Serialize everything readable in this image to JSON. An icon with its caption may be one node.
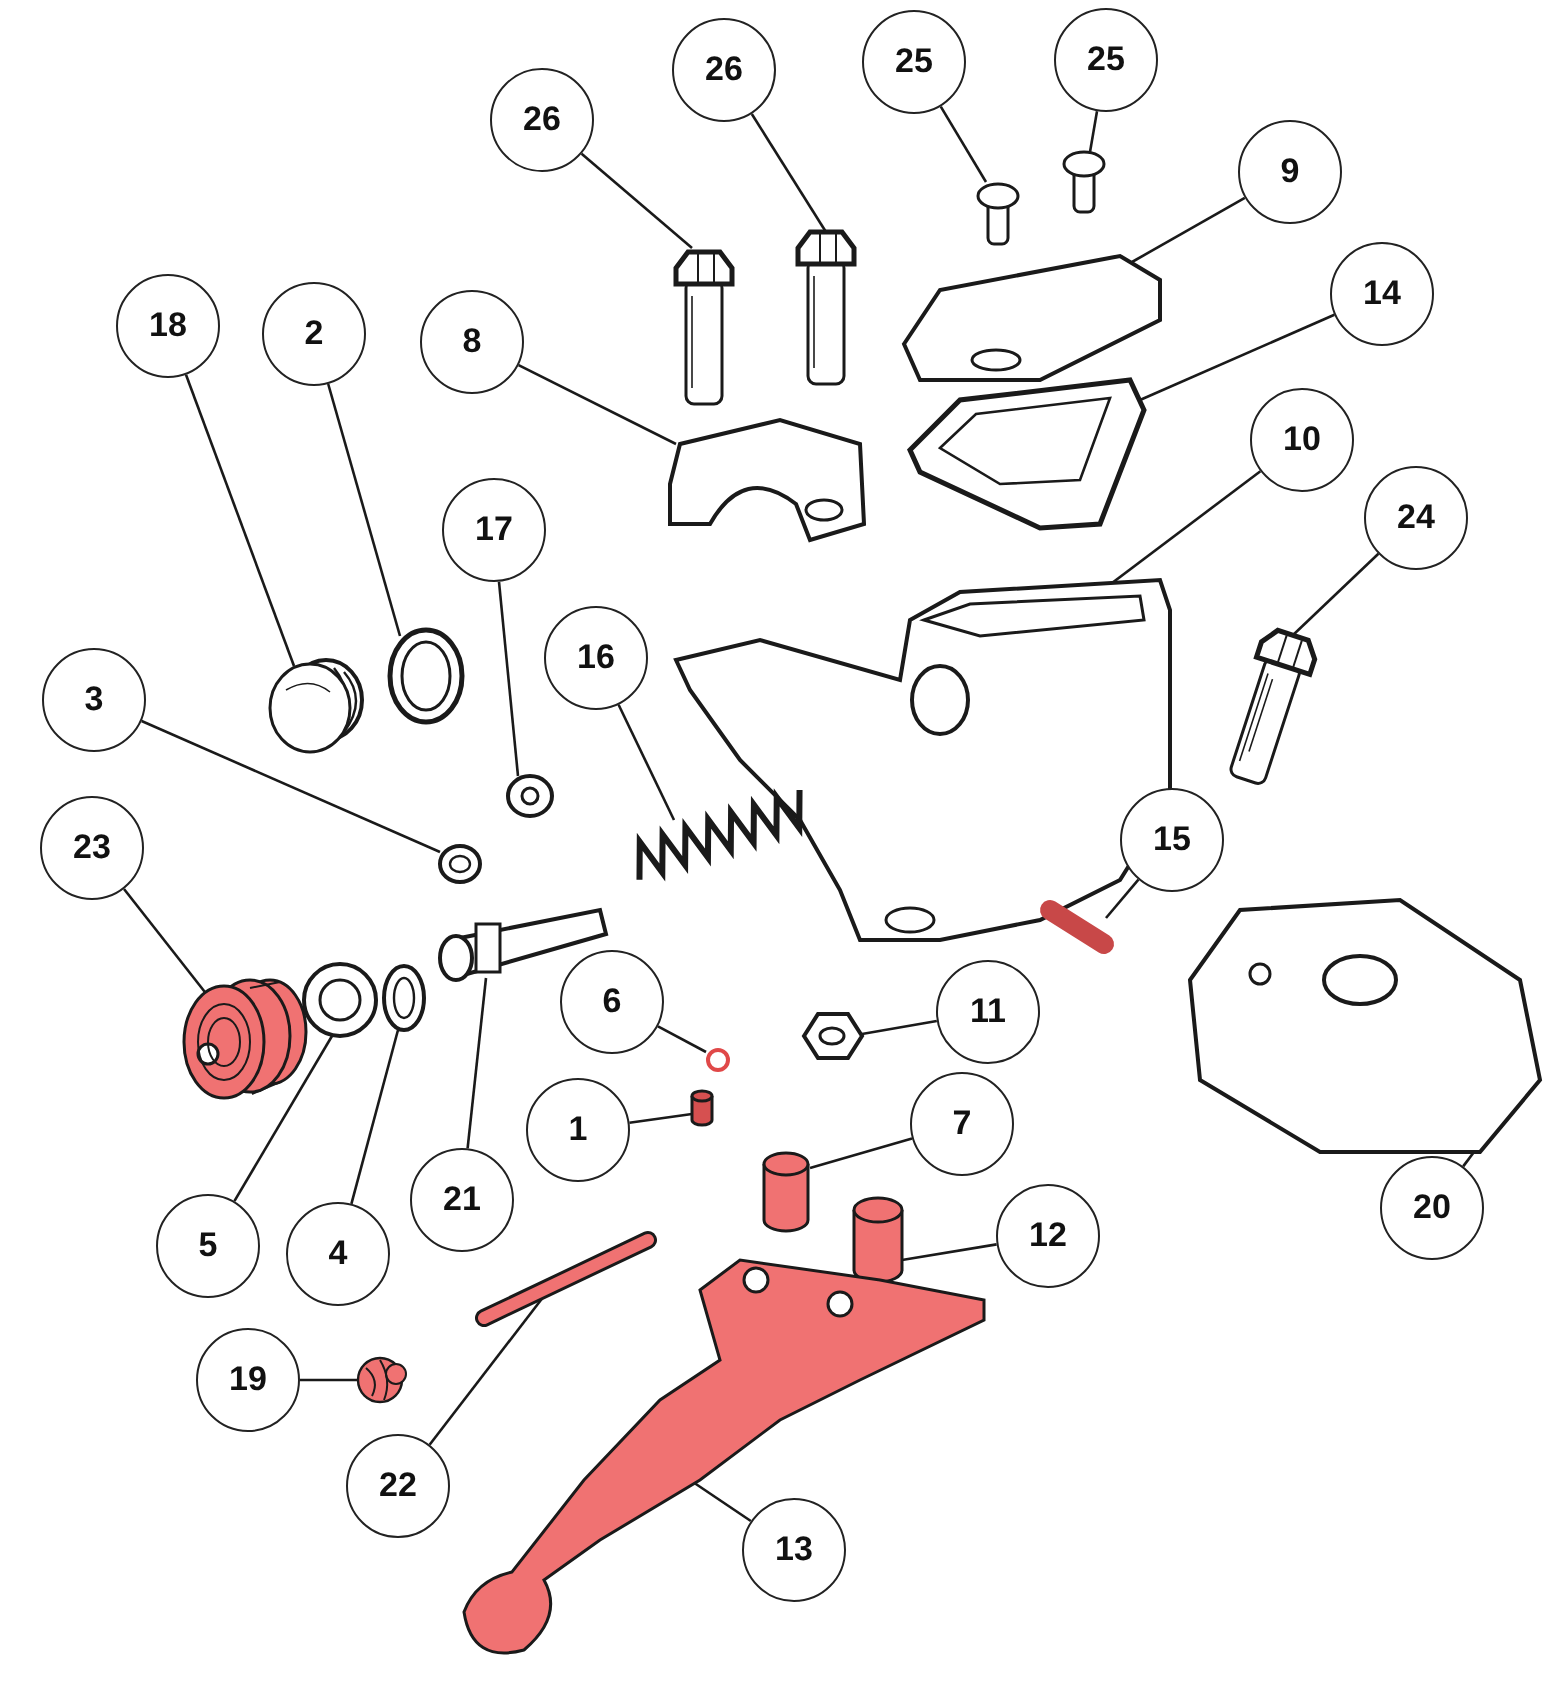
{
  "diagram": {
    "nodes": [
      {
        "text": [
          "25"
        ]
      },
      {
        "text": [
          "25"
        ]
      },
      {
        "text": [
          "26"
        ]
      },
      {
        "text": [
          "26"
        ]
      },
      {
        "text": [
          "9"
        ]
      },
      {
        "text": [
          "14"
        ]
      },
      {
        "text": [
          "18"
        ]
      },
      {
        "text": [
          "2"
        ]
      },
      {
        "text": [
          "8"
        ]
      },
      {
        "text": [
          "10"
        ]
      },
      {
        "text": [
          "24"
        ]
      },
      {
        "text": [
          "17"
        ]
      },
      {
        "text": [
          "16"
        ]
      },
      {
        "text": [
          "3"
        ]
      },
      {
        "text": [
          "15"
        ]
      },
      {
        "text": [
          "23"
        ]
      },
      {
        "text": [
          "6"
        ]
      },
      {
        "text": [
          "11"
        ]
      },
      {
        "text": [
          "7"
        ]
      },
      {
        "text": [
          "1"
        ]
      },
      {
        "text": [
          "21"
        ]
      },
      {
        "text": [
          "20"
        ]
      },
      {
        "text": [
          "12"
        ]
      },
      {
        "text": [
          "5"
        ]
      },
      {
        "text": [
          "4"
        ]
      },
      {
        "text": [
          "19"
        ]
      },
      {
        "text": [
          "22"
        ]
      },
      {
        "text": [
          "13"
        ]
      },
      {
        "text": [],
        "shape": "picture"
      },
      {
        "text": [],
        "shape": "picture"
      },
      {
        "text": [],
        "shape": "picture"
      },
      {
        "text": [],
        "shape": "picture"
      },
      {
        "text": [],
        "shape": "picture"
      },
      {
        "text": [],
        "shape": "picture"
      },
      {
        "text": [],
        "shape": "picture"
      },
      {
        "text": [],
        "shape": "picture"
      },
      {
        "text": [],
        "shape": "picture"
      },
      {
        "text": [],
        "shape": "picture"
      },
      {
        "text": [],
        "shape": "picture"
      },
      {
        "text": [],
        "shape": "picture"
      },
      {
        "text": [],
        "shape": "picture"
      },
      {
        "text": [],
        "shape": "picture"
      },
      {
        "text": [],
        "shape": "picture"
      },
      {
        "text": [],
        "shape": "picture"
      },
      {
        "text": [],
        "shape": "circle"
      },
      {
        "text": [],
        "shape": "picture"
      },
      {
        "text": [],
        "shape": "cylinder"
      },
      {
        "text": [],
        "shape": "cylinder"
      },
      {
        "text": [],
        "shape": "picture"
      },
      {
        "text": [],
        "shape": "picture"
      },
      {
        "text": [],
        "shape": "cylinder"
      },
      {
        "text": [],
        "shape": "picture"
      },
      {
        "text": [],
        "shape": "picture"
      },
      {
        "text": [],
        "shape": "picture"
      },
      {
        "text": [],
        "shape": "picture"
      },
      {
        "text": [],
        "shape": "picture"
      }
    ],
    "edges": [
      {
        "from": 0,
        "to": 28,
        "arrow": "none"
      },
      {
        "from": 1,
        "to": 29,
        "arrow": "none"
      },
      {
        "from": 2,
        "to": 30,
        "arrow": "none"
      },
      {
        "from": 3,
        "to": 31,
        "arrow": "none"
      },
      {
        "from": 4,
        "to": 32,
        "arrow": "none"
      },
      {
        "from": 5,
        "to": 33,
        "arrow": "none"
      },
      {
        "from": 6,
        "to": 34,
        "arrow": "none"
      },
      {
        "from": 7,
        "to": 35,
        "arrow": "none"
      },
      {
        "from": 8,
        "to": 36,
        "arrow": "none"
      },
      {
        "from": 9,
        "to": 37,
        "arrow": "none"
      },
      {
        "from": 10,
        "to": 38,
        "arrow": "none"
      },
      {
        "from": 11,
        "to": 39,
        "arrow": "none"
      },
      {
        "from": 12,
        "to": 40,
        "arrow": "none"
      },
      {
        "from": 13,
        "to": 41,
        "arrow": "none"
      },
      {
        "from": 14,
        "to": 42,
        "arrow": "none"
      },
      {
        "from": 15,
        "to": 43,
        "arrow": "none"
      },
      {
        "from": 16,
        "to": 44,
        "arrow": "none"
      },
      {
        "from": 17,
        "to": 45,
        "arrow": "none"
      },
      {
        "from": 18,
        "to": 46,
        "arrow": "none"
      },
      {
        "from": 19,
        "to": 47,
        "arrow": "none"
      },
      {
        "from": 20,
        "to": 48,
        "arrow": "none"
      },
      {
        "from": 21,
        "to": 49,
        "arrow": "none"
      },
      {
        "from": 22,
        "to": 50,
        "arrow": "none"
      },
      {
        "from": 23,
        "to": 51,
        "arrow": "none"
      },
      {
        "from": 24,
        "to": 52,
        "arrow": "none"
      },
      {
        "from": 25,
        "to": 53,
        "arrow": "none"
      },
      {
        "from": 26,
        "to": 54,
        "arrow": "none"
      },
      {
        "from": 27,
        "to": 55,
        "arrow": "none"
      }
    ]
  }
}
